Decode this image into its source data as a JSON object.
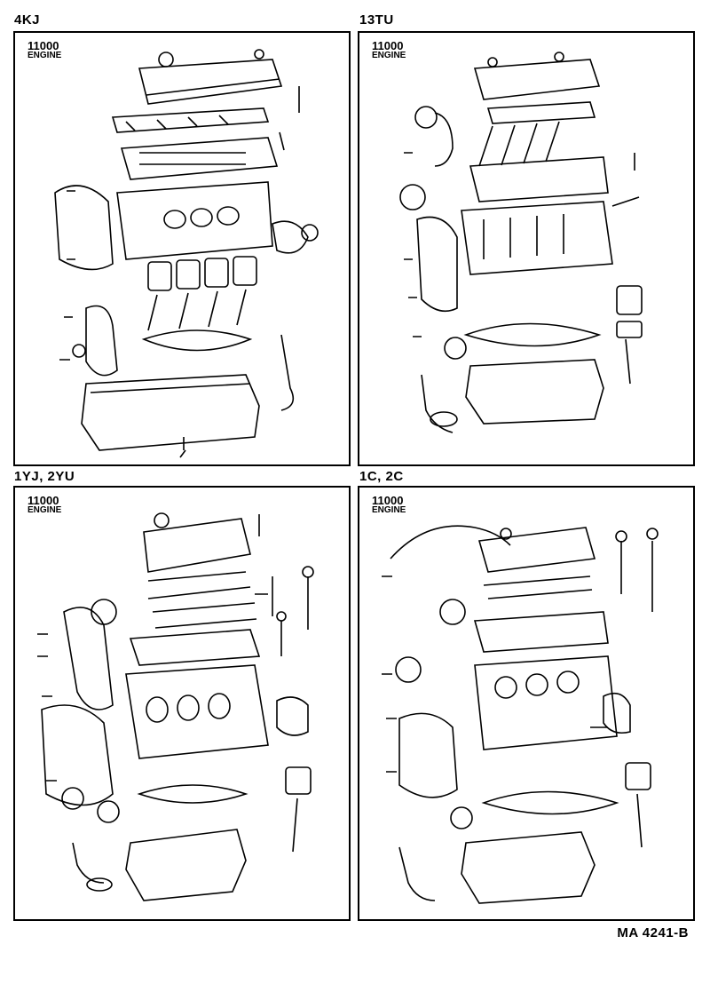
{
  "panels": [
    {
      "model": "4KJ",
      "code": "11000",
      "sub": "ENGINE"
    },
    {
      "model": "13TU",
      "code": "11000",
      "sub": "ENGINE"
    },
    {
      "model": "1YJ, 2YU",
      "code": "11000",
      "sub": "ENGINE"
    },
    {
      "model": "1C, 2C",
      "code": "11000",
      "sub": "ENGINE"
    }
  ],
  "reference": "MA  4241-B"
}
